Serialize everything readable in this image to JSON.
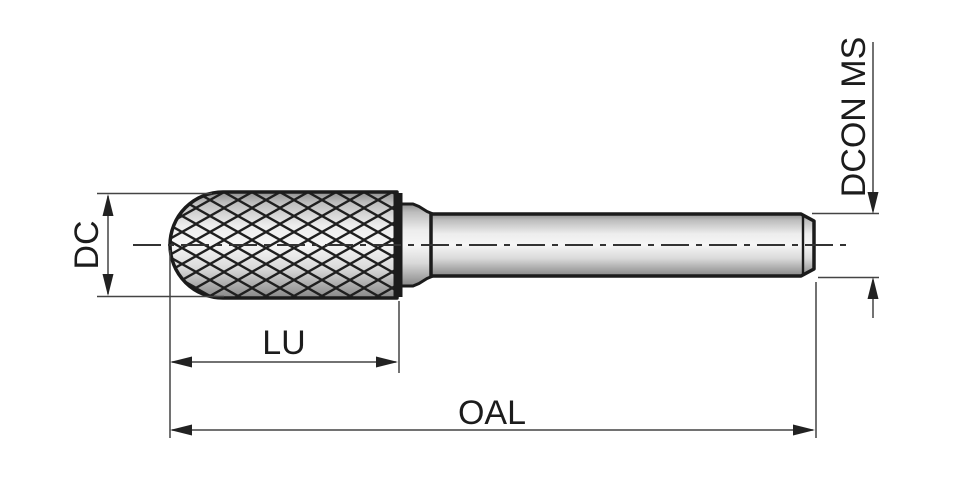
{
  "diagram": {
    "type": "technical-drawing",
    "subject": "ball-nose cylindrical carbide burr, side view with dimension callouts",
    "labels": {
      "dc": "DC",
      "lu": "LU",
      "oal": "OAL",
      "dcon_ms": "DCON MS"
    },
    "colors": {
      "background": "#ffffff",
      "outline": "#1b1b1b",
      "hatch": "#1f1f1f",
      "dimension_line": "#444444",
      "arrow": "#222222",
      "text": "#1c1c1c",
      "metal_highlight": "#f6f6f6",
      "metal_shadow": "#878787"
    }
  }
}
